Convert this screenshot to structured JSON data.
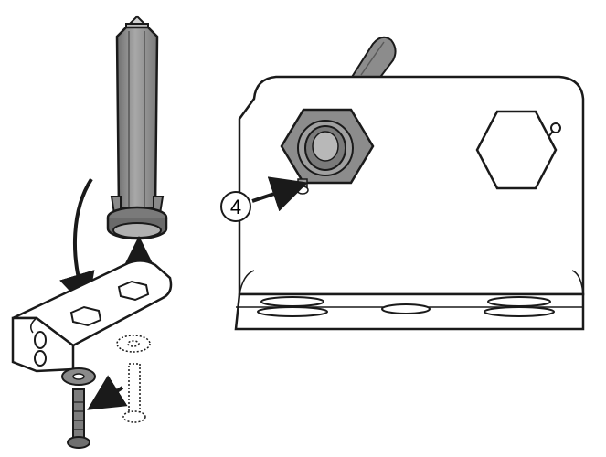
{
  "callouts": [
    {
      "number": "4"
    }
  ],
  "icons": [
    "assembly-illustration",
    "shaft-part",
    "bracket-part",
    "washer-part",
    "screw-part",
    "mounting-plate",
    "hex-nut",
    "hex-cutout"
  ],
  "colors": {
    "stroke": "#1a1a1a",
    "shaft_fill": "#9a9a9a",
    "shaft_dark": "#6f6f6f",
    "nut_fill": "#8c8c8c",
    "washer_fill": "#8a8a8a",
    "screw_fill": "#7d7d7d",
    "background": "#ffffff"
  }
}
